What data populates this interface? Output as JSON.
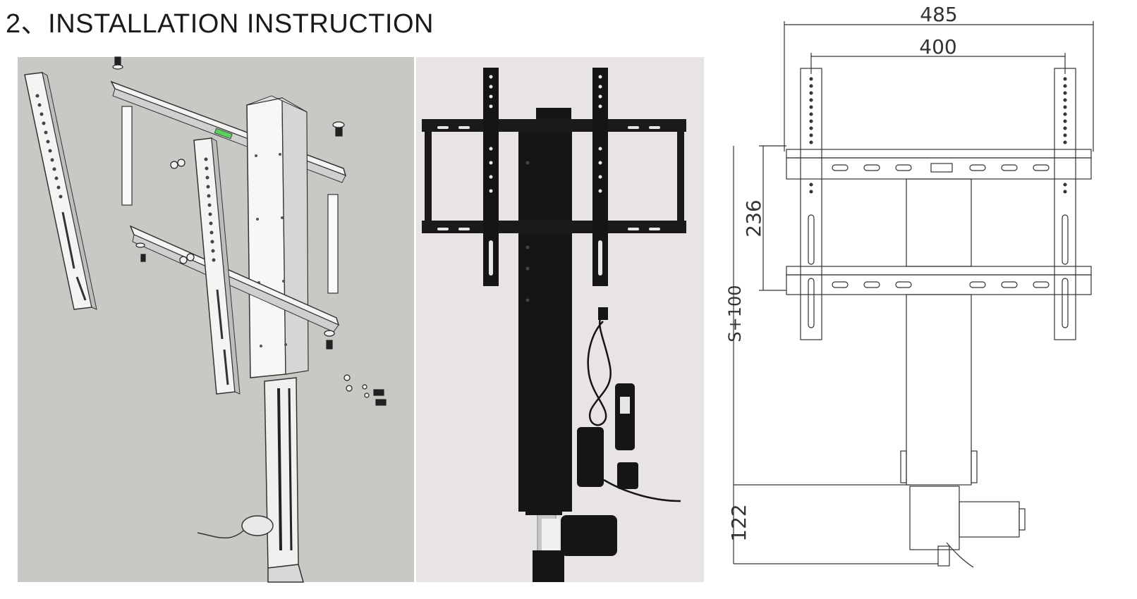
{
  "page": {
    "title": "2、INSTALLATION INSTRUCTION"
  },
  "colors": {
    "render_background": "#c8c8c4",
    "photo_background": "#e7e4e3",
    "metal": "#f4f4f2",
    "black": "#151515",
    "line": "#333333",
    "level_green": "#5cd05c"
  },
  "drawing": {
    "dimensions": {
      "outer_width": "485",
      "hole_span": "400",
      "bracket_height": "236",
      "stroke": "S+100",
      "motor_height": "122"
    }
  }
}
